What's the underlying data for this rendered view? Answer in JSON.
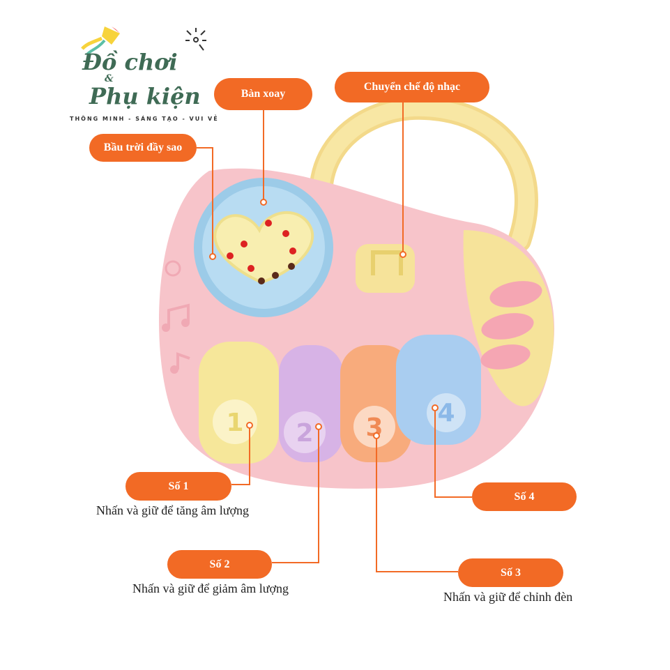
{
  "logo": {
    "line1": "Đồ chơi",
    "ampersand": "&",
    "line2": "Phụ kiện",
    "tagline": "THÔNG MINH - SÁNG TẠO - VUI VẺ"
  },
  "callouts": {
    "turntable": "Bàn xoay",
    "music_mode": "Chuyển chế độ nhạc",
    "starry_sky": "Bầu trời đầy sao",
    "key1": {
      "label": "Số 1",
      "desc": "Nhấn và giữ để tăng âm lượng"
    },
    "key2": {
      "label": "Số 2",
      "desc": "Nhấn và giữ để giảm âm lượng"
    },
    "key3": {
      "label": "Số 3",
      "desc": "Nhấn và giữ để chỉnh đèn"
    },
    "key4": {
      "label": "Số 4"
    }
  },
  "keys": [
    "1",
    "2",
    "3",
    "4"
  ],
  "colors": {
    "accent": "#f26a25",
    "body": "#f7c6cc",
    "handle": "#f6e18c",
    "logo": "#3f6b55"
  }
}
